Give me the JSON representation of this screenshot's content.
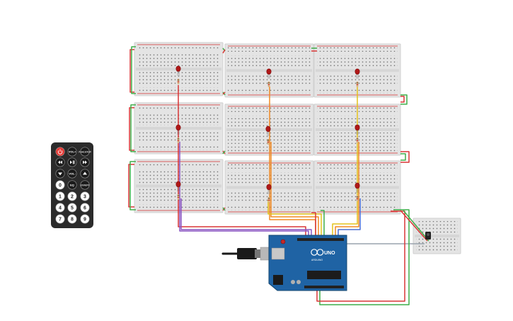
{
  "colors": {
    "background": "#ffffff",
    "breadboard": "#e4e4e4",
    "breadboard_edge": "#cfcfcf",
    "rail_red": "#d32f2f",
    "rail_blue": "#3a66c4",
    "wire_green": "#3fae49",
    "wire_red": "#d93636",
    "wire_orange": "#f08a24",
    "wire_yellow": "#e3c21b",
    "wire_purple": "#8a55c2",
    "wire_blue": "#4b6fd6",
    "wire_grey": "#9aa4ad",
    "led_red": "#b01818",
    "arduino_board": "#1f63a4",
    "remote_body": "#2b2b2b"
  },
  "breadboards": [
    {
      "id": "bb-1-1"
    },
    {
      "id": "bb-1-2"
    },
    {
      "id": "bb-1-3"
    },
    {
      "id": "bb-2-1"
    },
    {
      "id": "bb-2-2"
    },
    {
      "id": "bb-2-3"
    },
    {
      "id": "bb-3-1"
    },
    {
      "id": "bb-3-2"
    },
    {
      "id": "bb-3-3"
    },
    {
      "id": "bb-sensor"
    }
  ],
  "leds": [
    {
      "id": "led-1"
    },
    {
      "id": "led-2"
    },
    {
      "id": "led-3"
    },
    {
      "id": "led-4"
    },
    {
      "id": "led-5"
    },
    {
      "id": "led-6"
    },
    {
      "id": "led-7"
    },
    {
      "id": "led-8"
    },
    {
      "id": "led-9"
    }
  ],
  "remote": {
    "icons": [
      "power-icon",
      "rewind-icon",
      "play-pause-icon",
      "fast-forward-icon",
      "down-icon",
      "up-icon"
    ],
    "buttons": [
      {
        "label": "",
        "icon": "power-icon",
        "color": "#e53935"
      },
      {
        "label": "VOL+",
        "icon": "",
        "color": "#1a1a1a"
      },
      {
        "label": "FUNC/STOP",
        "icon": "",
        "color": "#1a1a1a"
      },
      {
        "label": "",
        "icon": "rewind-icon",
        "color": "#1a1a1a"
      },
      {
        "label": "",
        "icon": "play-pause-icon",
        "color": "#1a1a1a"
      },
      {
        "label": "",
        "icon": "fast-forward-icon",
        "color": "#1a1a1a"
      },
      {
        "label": "",
        "icon": "down-icon",
        "color": "#1a1a1a"
      },
      {
        "label": "VOL-",
        "icon": "",
        "color": "#1a1a1a"
      },
      {
        "label": "",
        "icon": "up-icon",
        "color": "#1a1a1a"
      },
      {
        "label": "0",
        "icon": "",
        "color": "#ffffff"
      },
      {
        "label": "EQ",
        "icon": "",
        "color": "#1a1a1a"
      },
      {
        "label": "ST/REPT",
        "icon": "",
        "color": "#1a1a1a"
      },
      {
        "label": "1",
        "icon": "",
        "color": "#ffffff"
      },
      {
        "label": "2",
        "icon": "",
        "color": "#ffffff"
      },
      {
        "label": "3",
        "icon": "",
        "color": "#ffffff"
      },
      {
        "label": "4",
        "icon": "",
        "color": "#ffffff"
      },
      {
        "label": "5",
        "icon": "",
        "color": "#ffffff"
      },
      {
        "label": "6",
        "icon": "",
        "color": "#ffffff"
      },
      {
        "label": "7",
        "icon": "",
        "color": "#ffffff"
      },
      {
        "label": "8",
        "icon": "",
        "color": "#ffffff"
      },
      {
        "label": "9",
        "icon": "",
        "color": "#ffffff"
      }
    ]
  },
  "arduino": {
    "logo_text": "UNO",
    "brand_text": "ARDUINO"
  }
}
